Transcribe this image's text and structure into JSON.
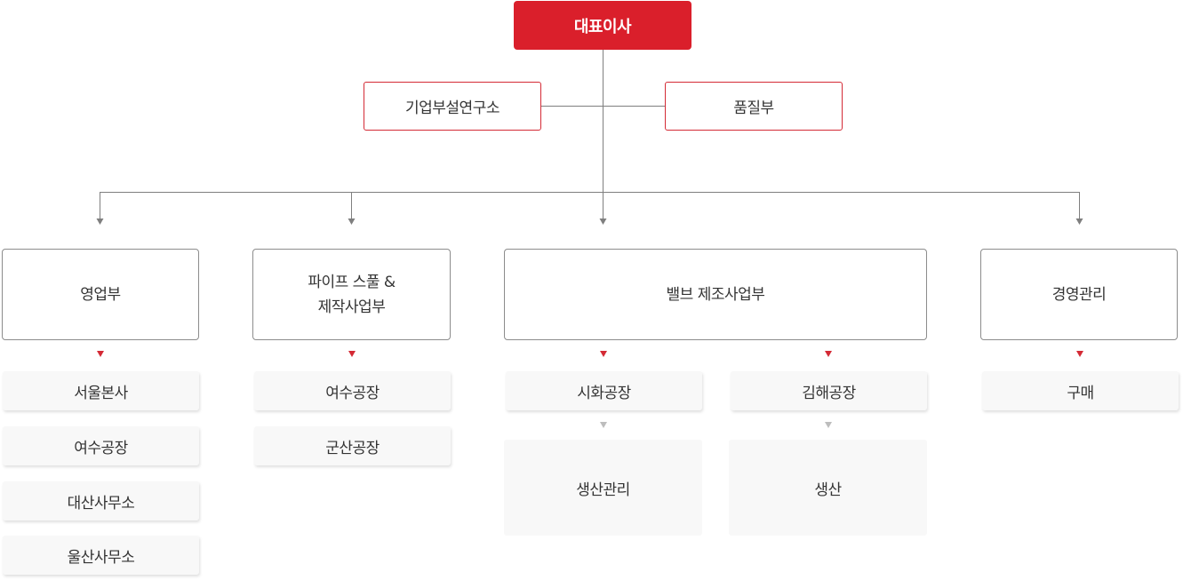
{
  "ceo": "대표이사",
  "staff": {
    "research": "기업부설연구소",
    "quality": "품질부"
  },
  "departments": {
    "sales": "영업부",
    "pipe": "파이프 스풀 &\n제작사업부",
    "valve": "밸브 제조사업부",
    "management": "경영관리"
  },
  "sales_units": [
    "서울본사",
    "여수공장",
    "대산사무소",
    "울산사무소"
  ],
  "pipe_units": [
    "여수공장",
    "군산공장"
  ],
  "valve_plants": {
    "siwha": "시화공장",
    "gimhae": "김해공장"
  },
  "valve_functions": {
    "siwha": "생산관리",
    "gimhae": "생산"
  },
  "management_units": [
    "구매"
  ],
  "colors": {
    "accent": "#da1f2b",
    "line": "#7f7f7f",
    "sub_background": "#f8f8f8"
  }
}
